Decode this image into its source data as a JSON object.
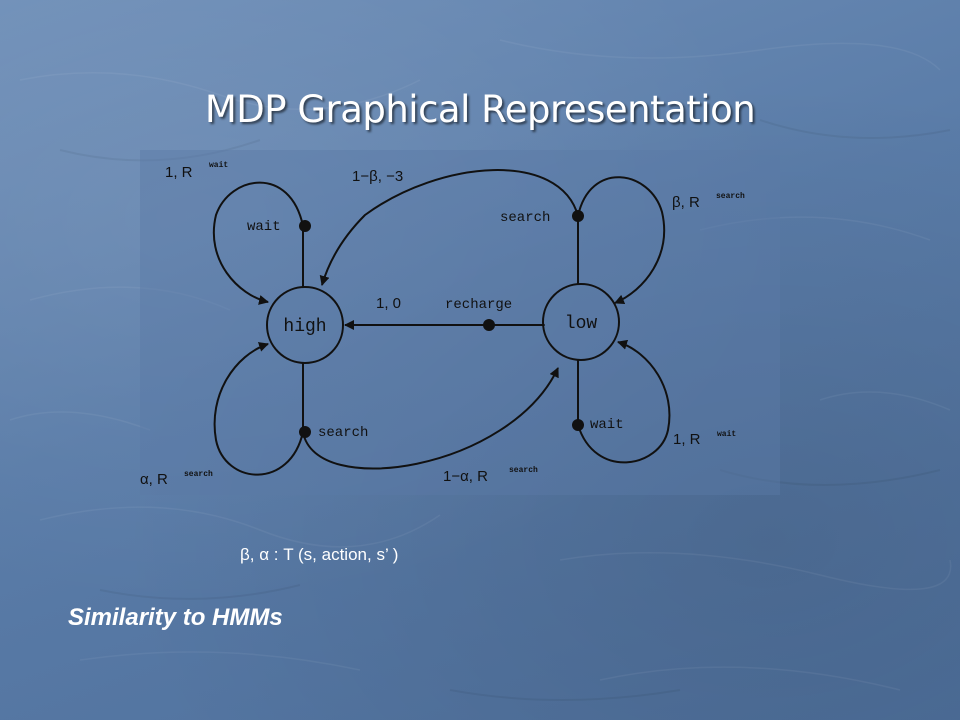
{
  "slide": {
    "title": "MDP Graphical Representation",
    "caption": "β, α : T (s, action, s’ )",
    "subheading": "Similarity to HMMs",
    "colors": {
      "background": "#5a7ca8",
      "text": "#ffffff",
      "diagram_background": "#5b7ba6",
      "diagram_ink": "#111111"
    }
  },
  "diagram": {
    "states": {
      "high": "high",
      "low": "low"
    },
    "actions": {
      "high_wait": "wait",
      "high_search": "search",
      "low_search": "search",
      "low_wait": "wait",
      "low_recharge": "recharge"
    },
    "transitions": {
      "high_wait_self": {
        "prob": "1, R",
        "reward_sup": "wait"
      },
      "high_search_self": {
        "prob": "α, R",
        "reward_sup": "search"
      },
      "high_search_to_low": {
        "prob": "1−α, R",
        "reward_sup": "search"
      },
      "low_search_self": {
        "prob": "β, R",
        "reward_sup": "search"
      },
      "low_search_to_high": {
        "prob": "1−β, −3"
      },
      "low_wait_self": {
        "prob": "1, R",
        "reward_sup": "wait"
      },
      "low_recharge_to_high": {
        "prob": "1, 0"
      }
    }
  }
}
